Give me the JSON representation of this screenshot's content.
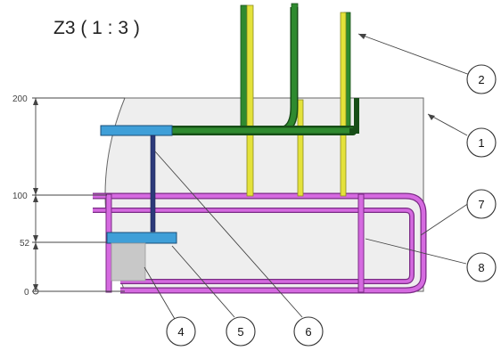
{
  "view": {
    "title": "Z3 ( 1 : 3 )"
  },
  "dimensions": {
    "d200": "200",
    "d100": "100",
    "d52": "52",
    "d0": "0"
  },
  "balloons": {
    "b1": "1",
    "b2": "2",
    "b4": "4",
    "b5": "5",
    "b6": "6",
    "b7": "7",
    "b8": "8"
  },
  "colors": {
    "section_fill": "#eeeeee",
    "outline": "#666666",
    "stirrup_magenta": "#d56ae0",
    "stirrup_dark": "#7a2b85",
    "bar_green": "#2f8a2f",
    "bar_green_dark": "#174d17",
    "bar_yellow": "#e4e23a",
    "plate_blue": "#3f9fd8",
    "plate_blue_dark": "#1b4f78",
    "post_navy": "#2c3a7a",
    "block_gray": "#c8c8c8"
  }
}
